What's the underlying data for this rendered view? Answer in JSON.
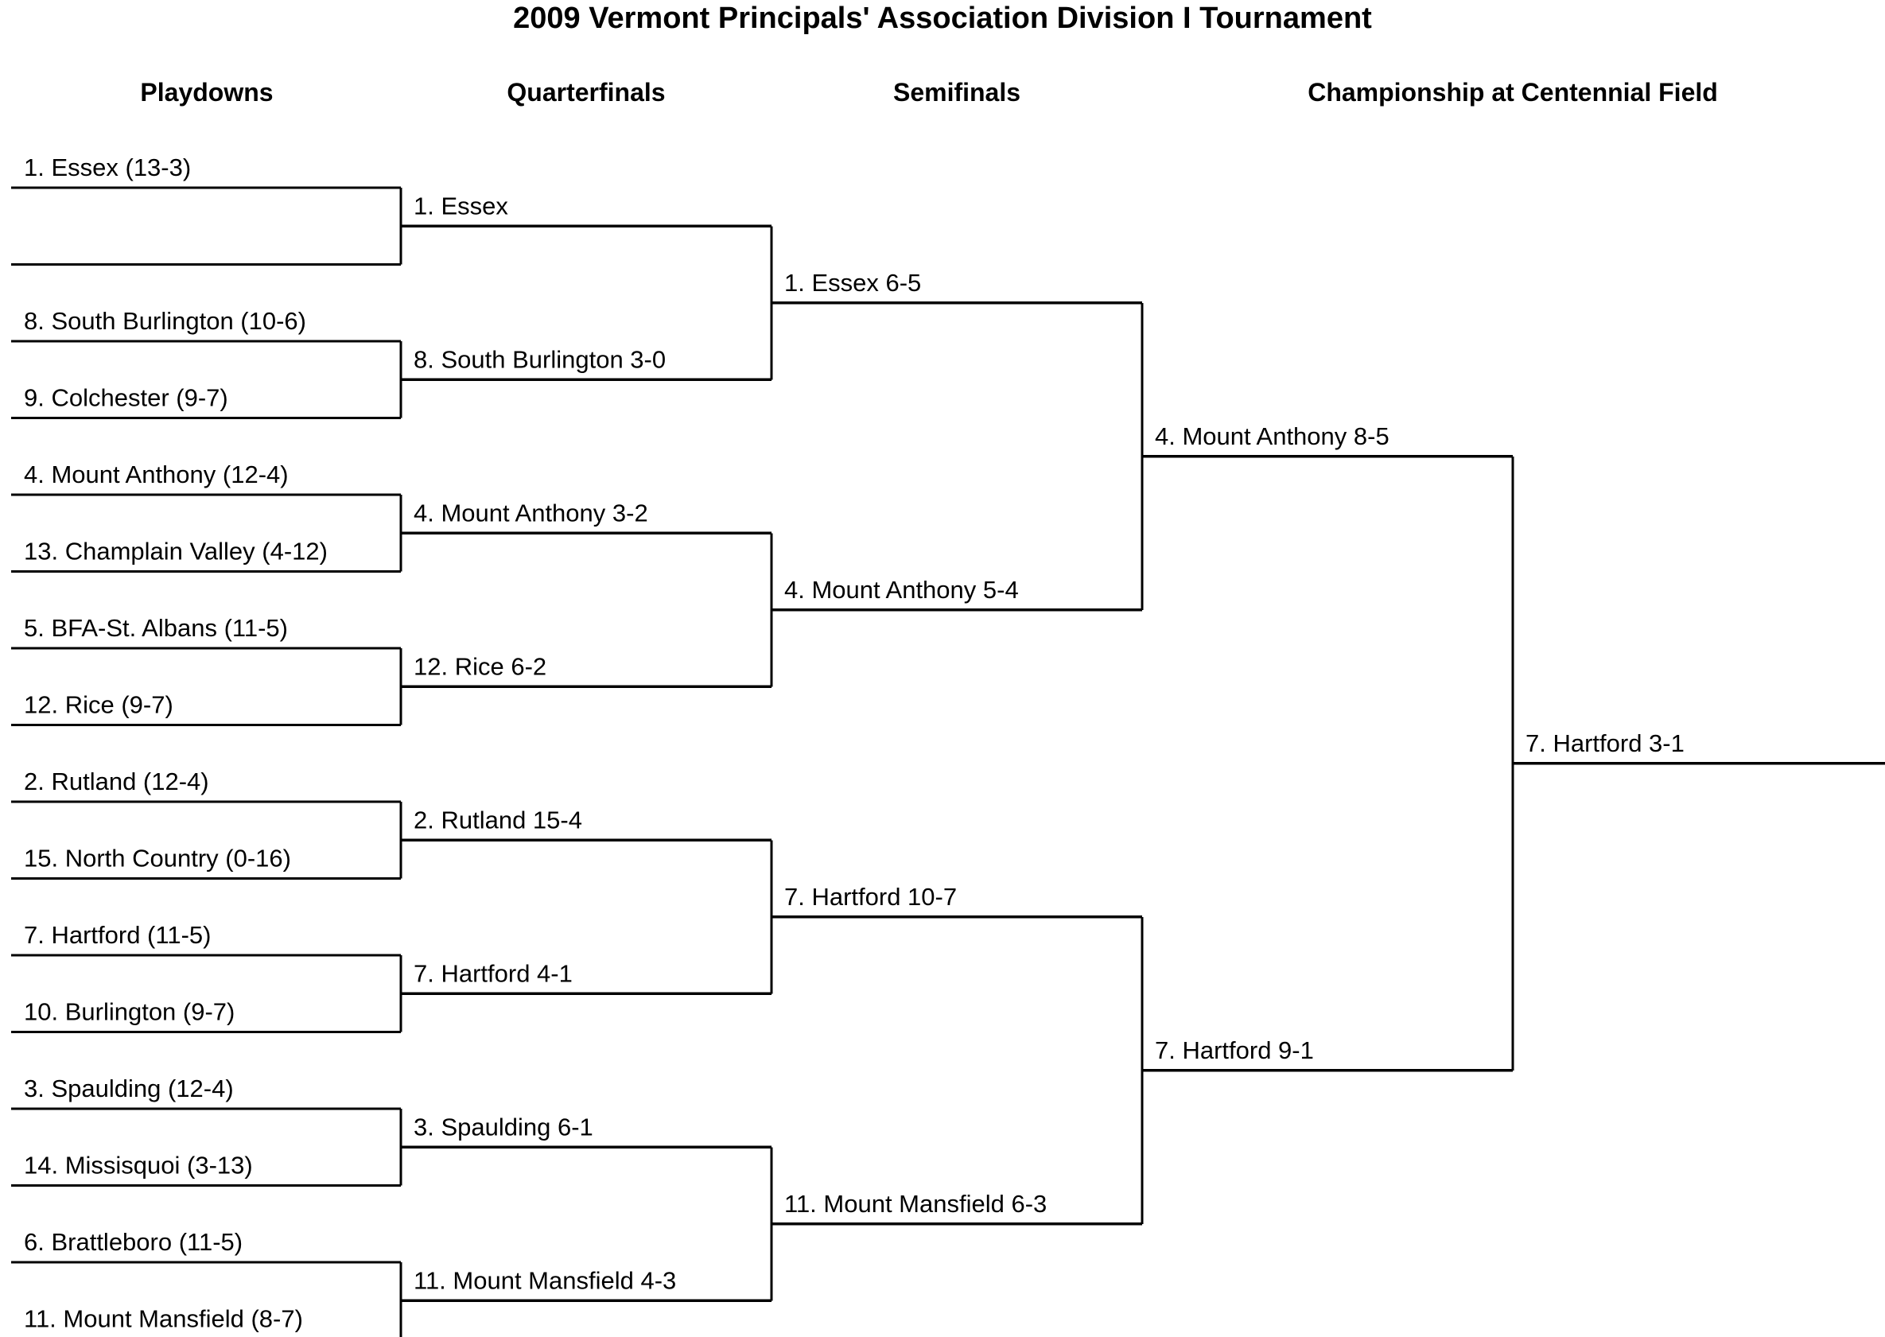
{
  "title": "2009 Vermont Principals' Association Division I Tournament",
  "headers": {
    "playdowns": "Playdowns",
    "quarterfinals": "Quarterfinals",
    "semifinals": "Semifinals",
    "championship": "Championship at Centennial Field"
  },
  "playdowns": [
    "1. Essex (13-3)",
    "",
    "8. South Burlington (10-6)",
    "9. Colchester (9-7)",
    "4. Mount Anthony (12-4)",
    "13. Champlain Valley (4-12)",
    "5. BFA-St. Albans (11-5)",
    "12. Rice (9-7)",
    "2. Rutland (12-4)",
    "15. North Country (0-16)",
    "7. Hartford (11-5)",
    "10. Burlington (9-7)",
    "3. Spaulding (12-4)",
    "14. Missisquoi (3-13)",
    "6. Brattleboro (11-5)",
    "11. Mount Mansfield (8-7)"
  ],
  "quarterfinals": [
    "1. Essex",
    "8. South Burlington 3-0",
    "4. Mount Anthony 3-2",
    "12. Rice 6-2",
    "2. Rutland 15-4",
    "7. Hartford 4-1",
    "3. Spaulding 6-1",
    "11. Mount Mansfield 4-3"
  ],
  "semifinals": [
    "1. Essex 6-5",
    "4. Mount Anthony 5-4",
    "7. Hartford 10-7",
    "11. Mount Mansfield 6-3"
  ],
  "finals": [
    "4. Mount Anthony 8-5",
    "7. Hartford 9-1"
  ],
  "champion": "7. Hartford 3-1"
}
